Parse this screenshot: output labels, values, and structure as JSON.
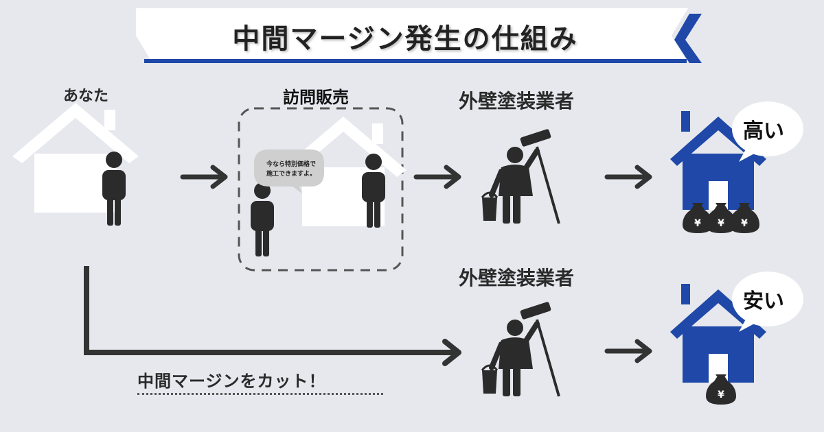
{
  "title": "中間マージン発生の仕組み",
  "labels": {
    "you": "あなた",
    "door_to_door": "訪問販売",
    "painter_top": "外壁塗装業者",
    "painter_bottom": "外壁塗装業者",
    "cut_margin": "中間マージンをカット！"
  },
  "speech_bubble": {
    "line1": "今なら特別価格で",
    "line2": "施工できますよ。"
  },
  "prices": {
    "high": "高い",
    "low": "安い"
  },
  "money_symbol": "¥",
  "colors": {
    "background": "#e6e8ee",
    "accent_blue": "#1f48a8",
    "figure_dark": "#2b2b2b",
    "ghost_house": "#ffffff"
  },
  "icons": [
    "person-icon",
    "house-icon",
    "painter-with-roller-icon",
    "money-bag-icon",
    "arrow-icon",
    "speech-bubble-icon"
  ]
}
